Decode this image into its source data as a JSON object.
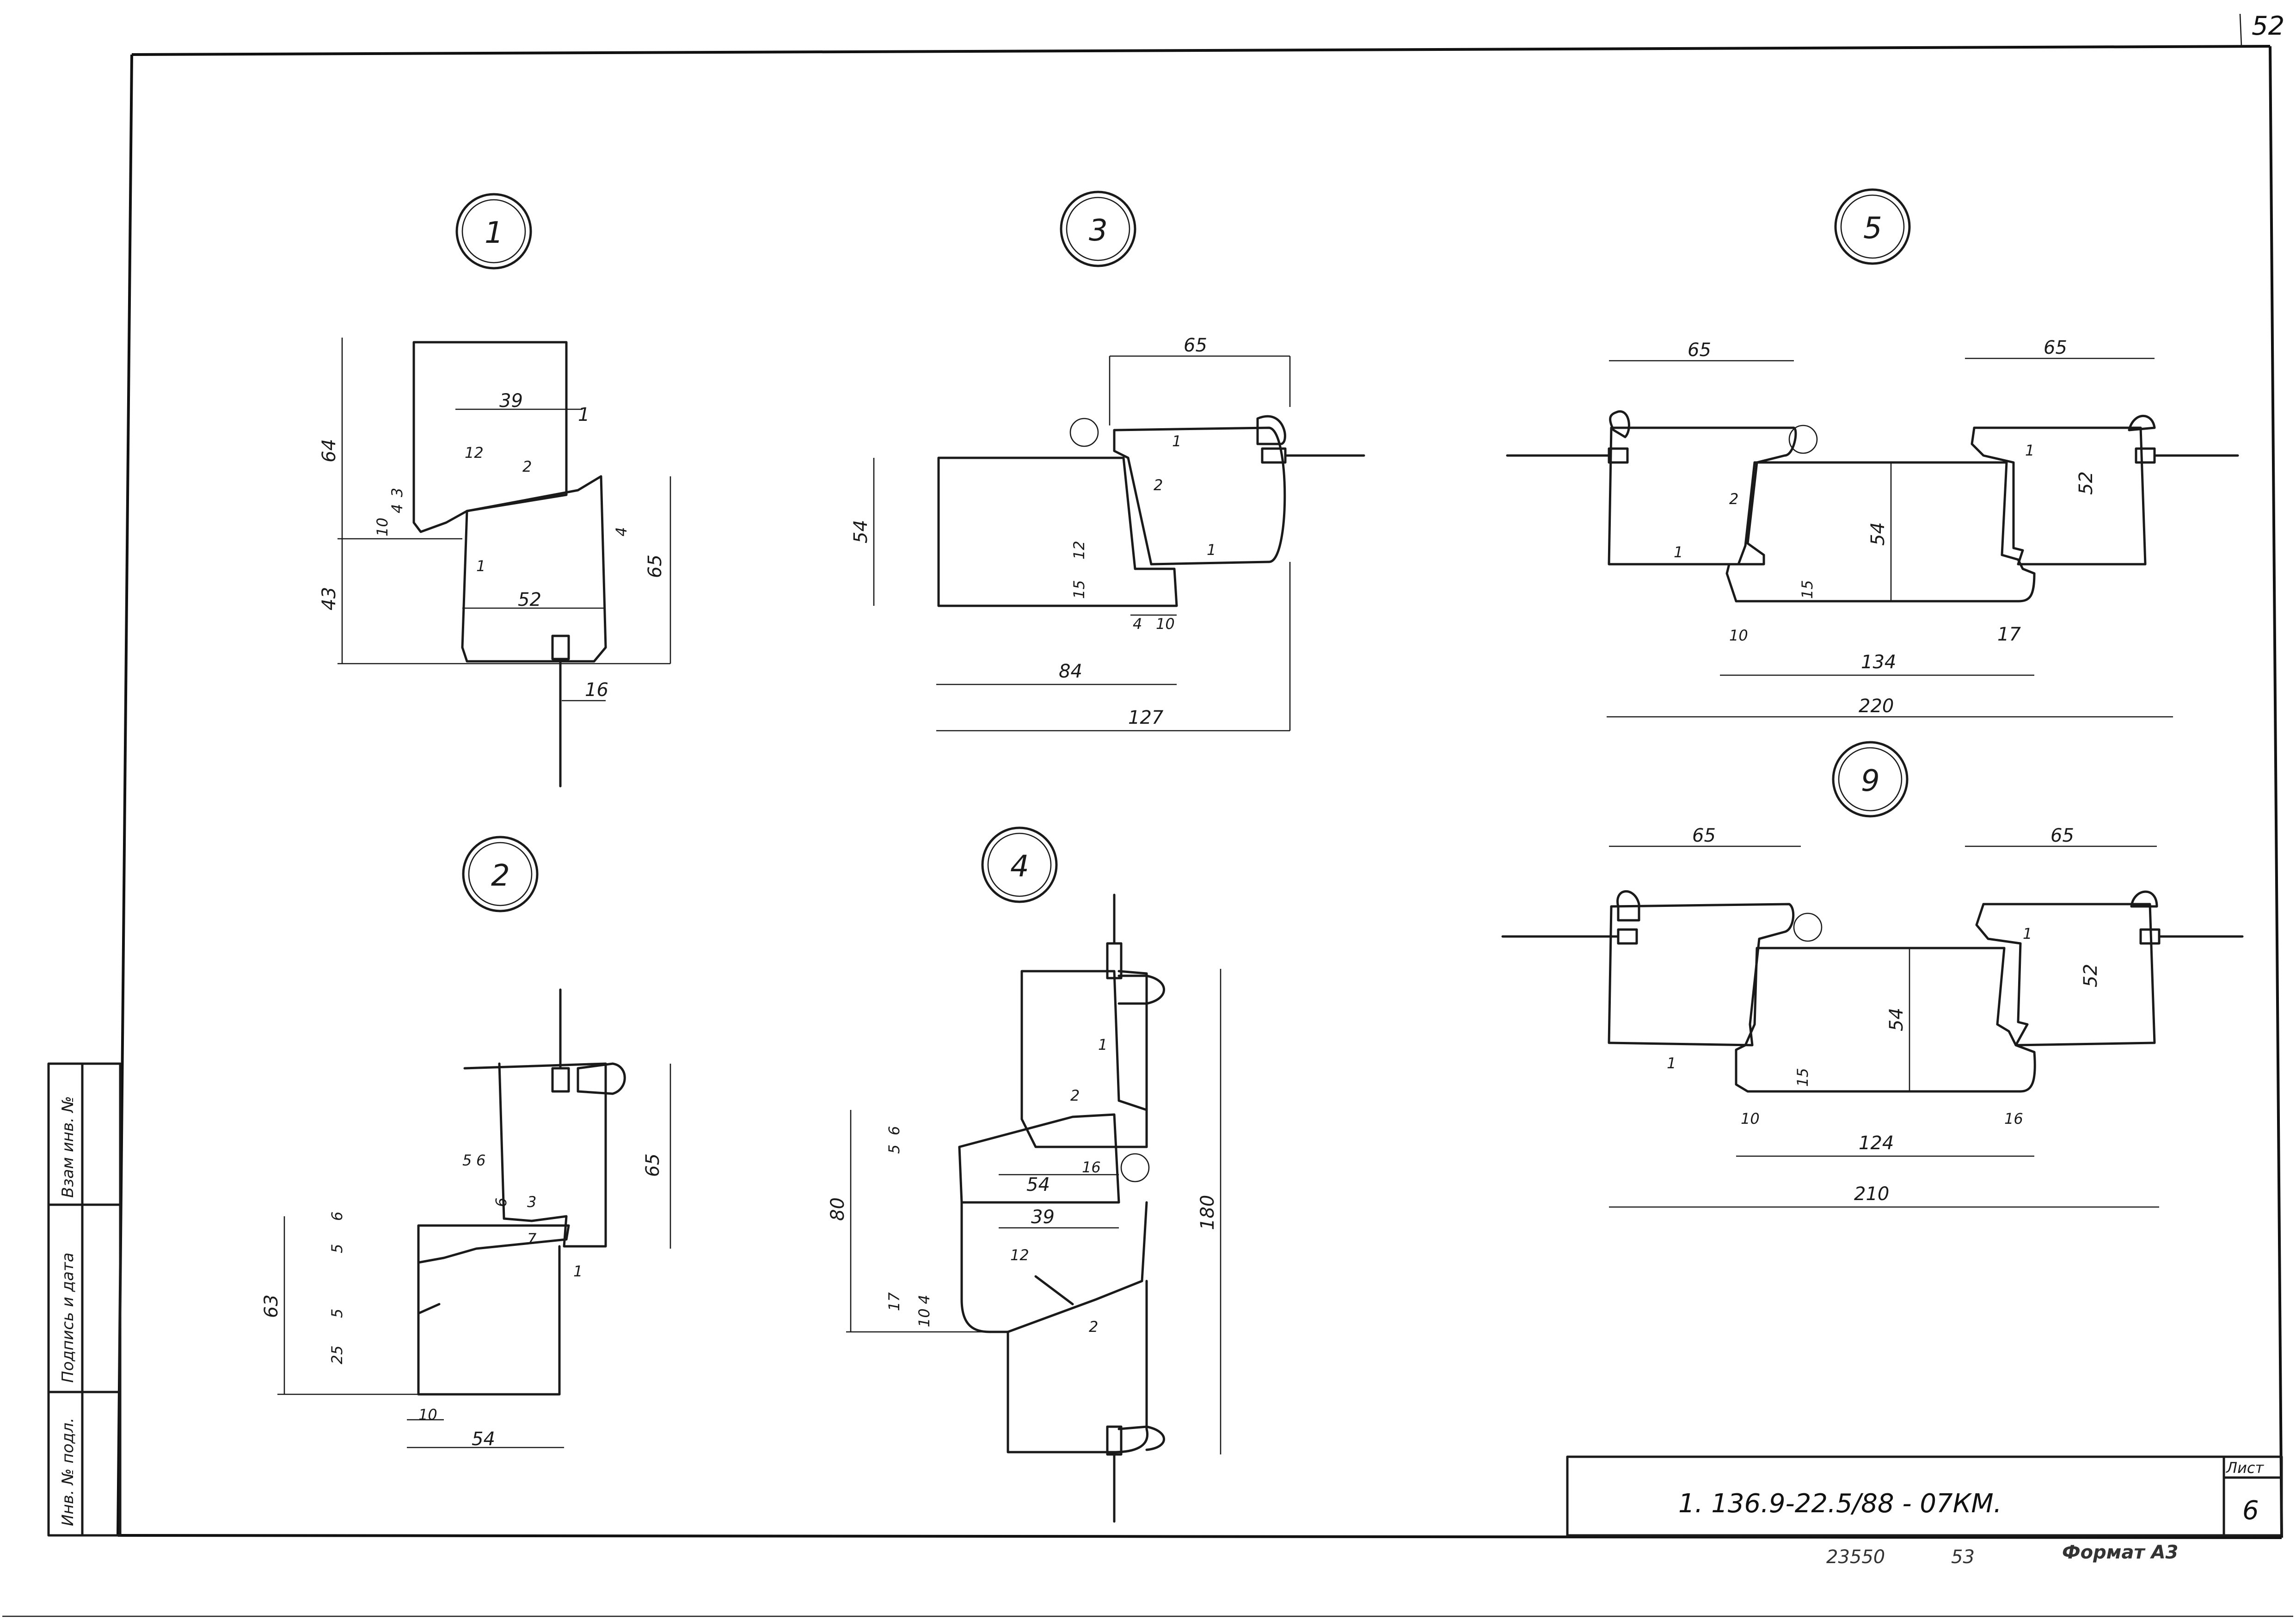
{
  "page_number": "52",
  "document_code": "1. 136.9-22.5/88 - 07КМ.",
  "sheet_label": "Лист",
  "sheet_number": "6",
  "footer": {
    "inventory": "23550",
    "sub": "53",
    "format": "Формат А3"
  },
  "side_table": [
    "Инв. № подл.",
    "Подпись и дата",
    "Взам инв. №"
  ],
  "nodes": [
    {
      "id": "1",
      "dims": [
        "39",
        "1",
        "12",
        "2",
        "64",
        "10",
        "4",
        "3",
        "4",
        "65",
        "43",
        "1",
        "52",
        "16"
      ]
    },
    {
      "id": "2",
      "dims": [
        "65",
        "5",
        "6",
        "6",
        "3",
        "6",
        "5",
        "7",
        "1",
        "63",
        "5",
        "25",
        "10",
        "54"
      ]
    },
    {
      "id": "3",
      "dims": [
        "65",
        "1",
        "2",
        "54",
        "12",
        "15",
        "4",
        "10",
        "1",
        "84",
        "127"
      ]
    },
    {
      "id": "4",
      "dims": [
        "1",
        "2",
        "5",
        "6",
        "16",
        "54",
        "80",
        "180",
        "39",
        "12",
        "17",
        "10",
        "4",
        "2"
      ]
    },
    {
      "id": "5",
      "dims": [
        "65",
        "65",
        "1",
        "2",
        "52",
        "54",
        "1",
        "15",
        "10",
        "134",
        "17",
        "220"
      ]
    },
    {
      "id": "9",
      "dims": [
        "65",
        "65",
        "1",
        "52",
        "54",
        "1",
        "15",
        "10",
        "124",
        "16",
        "210"
      ]
    }
  ]
}
